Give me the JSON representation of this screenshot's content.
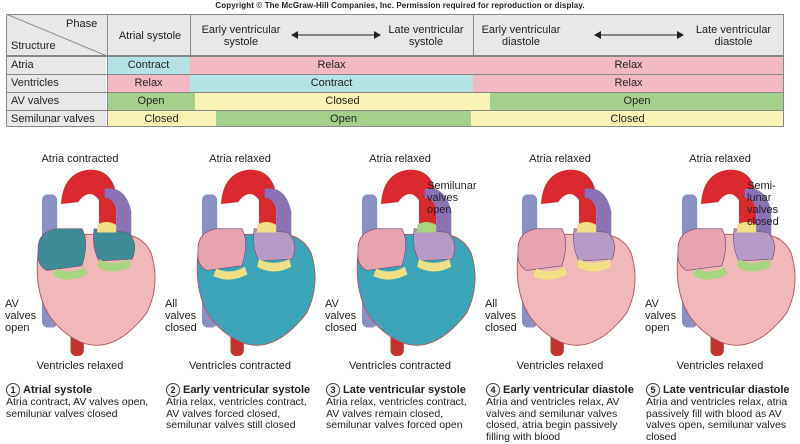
{
  "copyright": "Copyright © The McGraw-Hill Companies, Inc. Permission required for reproduction or display.",
  "table": {
    "corner_phase": "Phase",
    "corner_structure": "Structure",
    "phases": {
      "atrial_systole": "Atrial systole",
      "early_vsys": "Early ventricular systole",
      "late_vsys": "Late ventricular systole",
      "early_vdia": "Early ventricular diastole",
      "late_vdia": "Late ventricular diastole"
    },
    "rows": {
      "atria": {
        "label": "Atria",
        "c1": "Contract",
        "c2": "Relax",
        "c3": "Relax"
      },
      "ventricles": {
        "label": "Ventricles",
        "c1": "Relax",
        "c2": "Contract",
        "c3": "Relax"
      },
      "av": {
        "label": "AV valves",
        "c1": "Open",
        "c2": "Closed",
        "c3": "Open"
      },
      "semi": {
        "label": "Semilunar valves",
        "c1": "Closed",
        "c2": "Open",
        "c3": "Closed"
      }
    },
    "colors": {
      "pink": "#f3b9c2",
      "cyan": "#b5e2e4",
      "green": "#a5d08b",
      "yellow": "#f9f3b5"
    }
  },
  "panels": [
    {
      "top": "Atria contracted",
      "bottom": "Ventricles relaxed",
      "side": "AV valves open",
      "side2": "",
      "num": "1",
      "head": "Atrial systole",
      "text": "Atria contract, AV valves open, semilunar valves closed"
    },
    {
      "top": "Atria relaxed",
      "bottom": "Ventricles contracted",
      "side": "All valves closed",
      "side2": "",
      "num": "2",
      "head": "Early ventricular systole",
      "text": "Atria relax, ventricles contract, AV valves forced closed, semilunar valves still closed"
    },
    {
      "top": "Atria relaxed",
      "bottom": "Ventricles contracted",
      "side": "AV valves closed",
      "side2": "Semilunar valves open",
      "num": "3",
      "head": "Late ventricular systole",
      "text": "Atria relax, ventricles contract, AV valves remain closed, semilunar valves forced open"
    },
    {
      "top": "Atria relaxed",
      "bottom": "Ventricles relaxed",
      "side": "All valves closed",
      "side2": "",
      "num": "4",
      "head": "Early ventricular diastole",
      "text": "Atria and ventricles relax, AV valves and semilunar valves closed, atria begin passively filling with blood"
    },
    {
      "top": "Atria relaxed",
      "bottom": "Ventricles relaxed",
      "side": "AV valves open",
      "side2": "Semi- lunar valves closed",
      "num": "5",
      "head": "Late ventricular diastole",
      "text": "Atria and ventricles relax, atria passively fill with blood as AV valves open, semilunar valves closed"
    }
  ]
}
